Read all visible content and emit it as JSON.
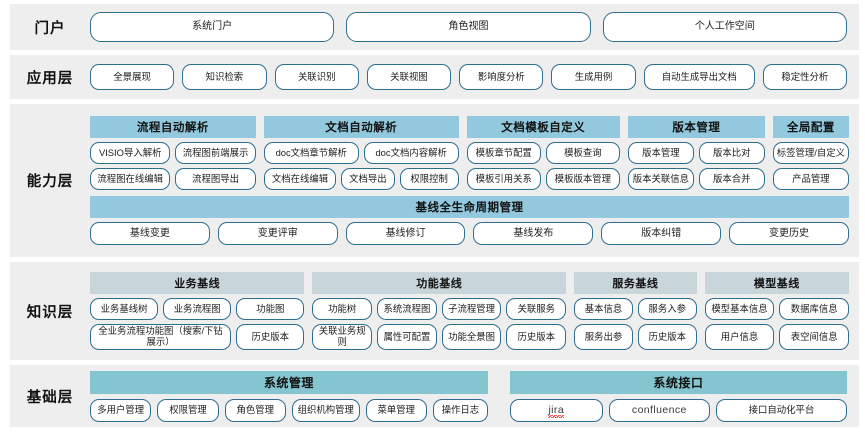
{
  "colors": {
    "band_bg": "#eeeeee",
    "pill_border": "#2e6e8e",
    "capability_header": "#92c9de",
    "knowledge_header": "#c8d6dc",
    "foundation_header": "#84c5cf",
    "spellcheck_underline": "#e03131"
  },
  "rows": [
    {
      "label": "门户",
      "buttons": [
        "系统门户",
        "角色视图",
        "个人工作空间"
      ]
    },
    {
      "label": "应用层",
      "buttons": [
        "全景展现",
        "知识检索",
        "关联识别",
        "关联视图",
        "影响度分析",
        "生成用例",
        "自动生成导出文档",
        "稳定性分析"
      ]
    }
  ],
  "capability": {
    "label": "能力层",
    "groups": [
      {
        "title": "流程自动解析",
        "flex": 2,
        "lines": [
          [
            "VISIO导入解析",
            "流程图前端展示"
          ],
          [
            "流程图在线编辑",
            "流程图导出"
          ]
        ]
      },
      {
        "title": "文档自动解析",
        "flex": 2.35,
        "lines": [
          [
            "doc文档章节解析",
            "doc文档内容解析"
          ],
          [
            "文档在线编辑",
            "文档导出",
            "权限控制"
          ]
        ]
      },
      {
        "title": "文档模板自定义",
        "flex": 1.85,
        "lines": [
          [
            "模板章节配置",
            "模板查询"
          ],
          [
            "模板引用关系",
            "模板版本管理"
          ]
        ]
      },
      {
        "title": "版本管理",
        "flex": 1.65,
        "lines": [
          [
            "版本管理",
            "版本比对"
          ],
          [
            "版本关联信息",
            "版本合并"
          ]
        ]
      },
      {
        "title": "全局配置",
        "flex": 0.92,
        "lines": [
          [
            "标签管理/自定义"
          ],
          [
            "产品管理"
          ]
        ]
      }
    ],
    "band": {
      "title": "基线全生命周期管理",
      "buttons": [
        "基线变更",
        "变更评审",
        "基线修订",
        "基线发布",
        "版本纠错",
        "变更历史"
      ]
    }
  },
  "knowledge": {
    "label": "知识层",
    "groups": [
      {
        "title": "业务基线",
        "flex": 2.45,
        "lines": [
          [
            "业务基线树",
            "业务流程图",
            "功能图"
          ],
          [
            "全业务流程功能图（搜索/下钻展示）",
            "历史版本"
          ]
        ]
      },
      {
        "title": "功能基线",
        "flex": 2.9,
        "lines": [
          [
            "功能树",
            "系统流程图",
            "子流程管理",
            "关联服务"
          ],
          [
            "关联业务规则",
            "属性可配置",
            "功能全景图",
            "历史版本"
          ]
        ]
      },
      {
        "title": "服务基线",
        "flex": 1.4,
        "lines": [
          [
            "基本信息",
            "服务入参"
          ],
          [
            "服务出参",
            "历史版本"
          ]
        ]
      },
      {
        "title": "模型基线",
        "flex": 1.65,
        "lines": [
          [
            "模型基本信息",
            "数据库信息"
          ],
          [
            "用户信息",
            "表空间信息"
          ]
        ]
      }
    ]
  },
  "foundation": {
    "label": "基础层",
    "columns": [
      {
        "title": "系统管理",
        "flex": 1.18,
        "buttons": [
          "多用户管理",
          "权限管理",
          "角色管理",
          "组织机构管理",
          "菜单管理",
          "操作日志"
        ]
      },
      {
        "title": "系统接口",
        "flex": 1,
        "buttons": [
          "jira",
          "confluence",
          "接口自动化平台"
        ],
        "latin": [
          true,
          true,
          false
        ],
        "spellcheck_flags": [
          true,
          false,
          false
        ]
      }
    ]
  }
}
